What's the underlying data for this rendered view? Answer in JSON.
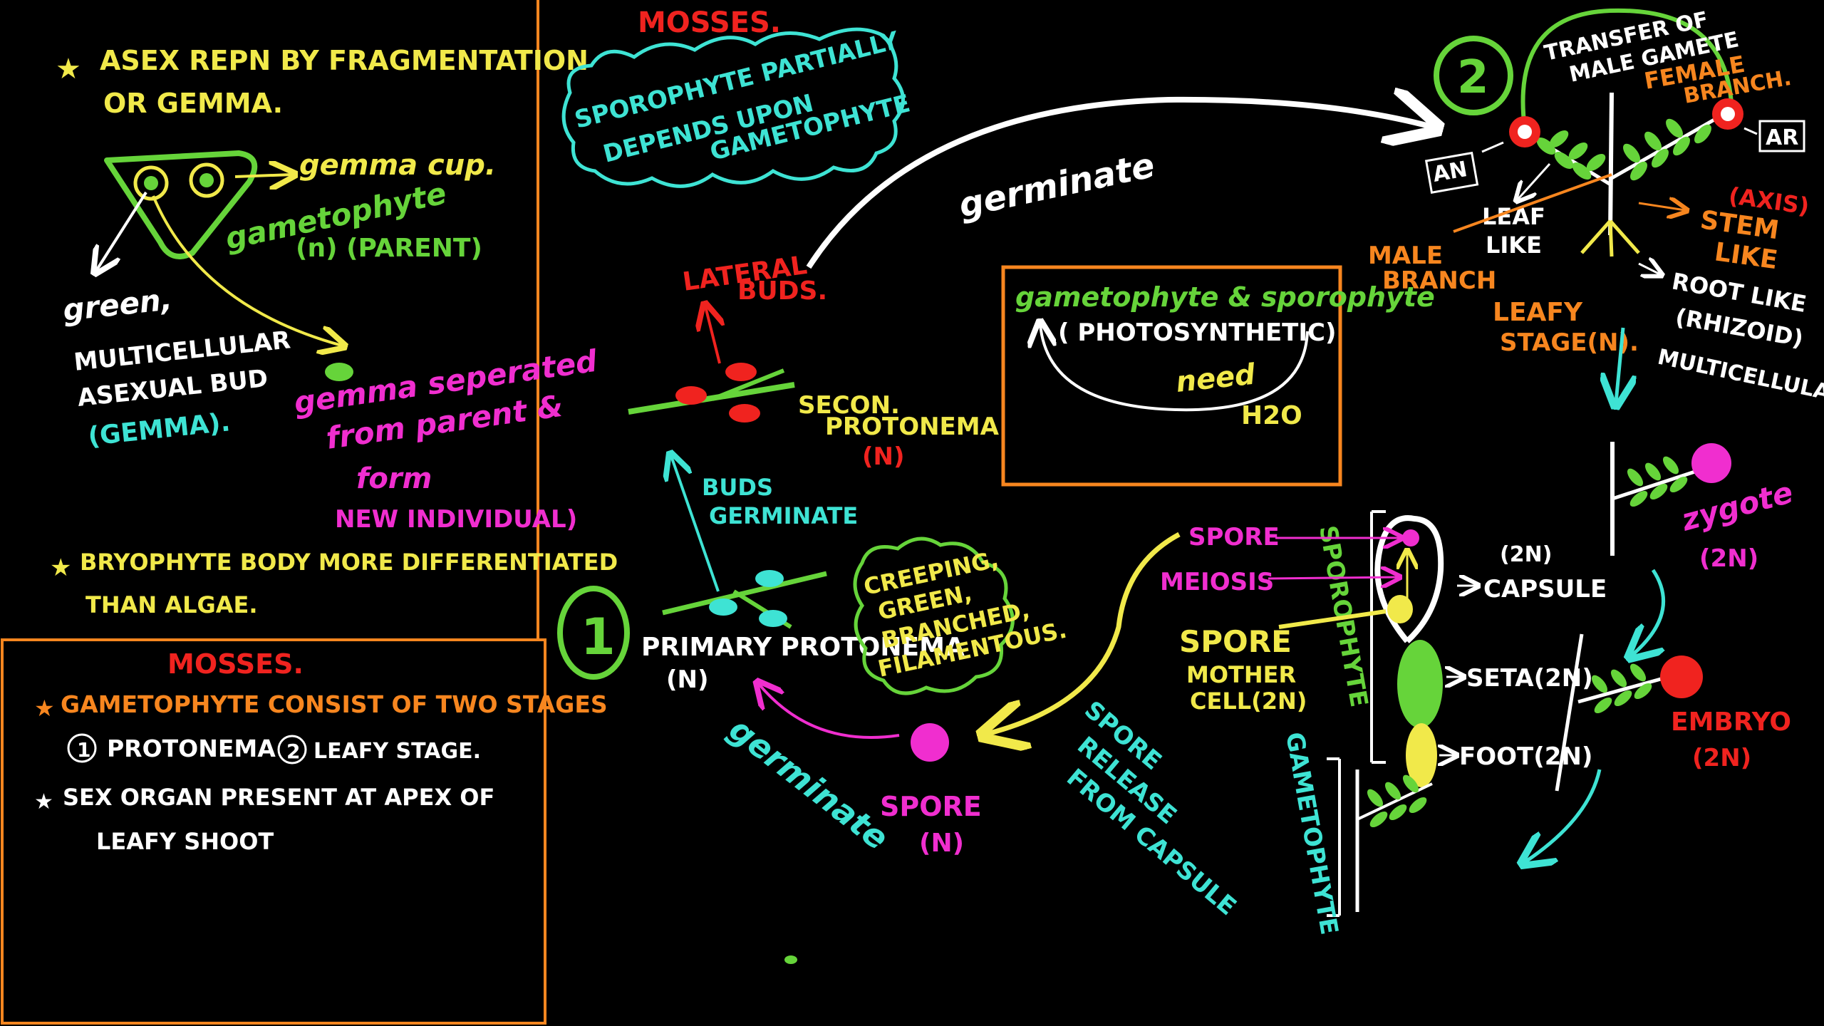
{
  "colors": {
    "background": "#000000",
    "orange": "#f7861f",
    "yellow": "#f1e94a",
    "green": "#66d43a",
    "cyan": "#3ee3d4",
    "magenta": "#f02ecf",
    "red": "#f0231f",
    "white": "#ffffff"
  },
  "left_panel": {
    "point1_line1": "ASEX REPN BY FRAGMENTATION",
    "point1_line2": "OR GEMMA.",
    "gemma_cup": "gemma cup.",
    "gametophyte": "gametophyte",
    "gametophyte_n": "(n) (PARENT)",
    "green_label": "green,",
    "multicellular": "MULTICELLULAR",
    "asexual_bud": "ASEXUAL BUD",
    "gemma_paren": "(GEMMA).",
    "gemma_separated": "gemma seperated",
    "from_parent": "from parent &",
    "form": "form",
    "new_individual": "NEW INDIVIDUAL)",
    "point2_line1": "BRYOPHYTE BODY MORE DIFFERENTIATED",
    "point2_line2": "THAN ALGAE."
  },
  "mosses_box": {
    "title": "MOSSES.",
    "point1": "GAMETOPHYTE CONSIST OF TWO STAGES",
    "stage1": "PROTONEMA",
    "stage2": "LEAFY STAGE.",
    "point2_line1": "SEX ORGAN PRESENT AT APEX OF",
    "point2_line2": "LEAFY SHOOT",
    "stage1_num": "1",
    "stage2_num": "2"
  },
  "main": {
    "title": "MOSSES.",
    "cloud_line1": "SPOROPHYTE PARTIALLY",
    "cloud_line2": "DEPENDS UPON",
    "cloud_line3": "GAMETOPHYTE",
    "germinate_top": "germinate",
    "lateral": "LATERAL",
    "buds": "BUDS.",
    "secon": "SECON.",
    "protonema_secondary": "PROTONEMA",
    "secondary_n": "(N)",
    "buds_germinate1": "BUDS",
    "buds_germinate2": "GERMINATE",
    "stage1_num": "1",
    "primary_protonema": "PRIMARY PROTONEMA",
    "primary_n": "(N)",
    "creeping1": "CREEPING,",
    "creeping2": "GREEN,",
    "creeping3": "BRANCHED,",
    "creeping4": "FILAMENTOUS.",
    "germinate_bottom": "germinate",
    "spore": "SPORE",
    "spore_n": "(N)",
    "spore_release1": "SPORE",
    "spore_release2": "RELEASE",
    "spore_release3": "FROM CAPSULE",
    "photo_box1": "gametophyte & sporophyte",
    "photo_box2": "( PHOTOSYNTHETIC)",
    "need": "need",
    "h2o": "H2O"
  },
  "leafy_stage": {
    "num": "2",
    "transfer1": "TRANSFER OF",
    "transfer2": "MALE GAMETE",
    "female1": "FEMALE",
    "female2": "BRANCH.",
    "ar": "AR",
    "an": "AN",
    "leaf1": "LEAF",
    "leaf2": "LIKE",
    "axis": "(AXIS)",
    "stem1": "STEM",
    "stem2": "LIKE",
    "male1": "MALE",
    "male2": "BRANCH",
    "root1": "ROOT LIKE",
    "root2": "(RHIZOID)",
    "root3": "MULTICELLULAR)",
    "leafy1": "LEAFY",
    "leafy2": "STAGE(N)."
  },
  "sporophyte_part": {
    "zygote": "zygote",
    "zygote_2n": "(2N)",
    "embryo": "EMBRYO",
    "embryo_2n": "(2N)",
    "spore": "SPORE",
    "meiosis": "MEIOSIS",
    "spore_mother1": "SPORE",
    "spore_mother2": "MOTHER",
    "spore_mother3": "CELL(2N)",
    "sporophyte_label": "SPOROPHYTE",
    "gametophyte_label": "GAMETOPHYTE",
    "capsule_2n": "(2N)",
    "capsule": "CAPSULE",
    "seta": "SETA(2N)",
    "foot": "FOOT(2N)"
  }
}
